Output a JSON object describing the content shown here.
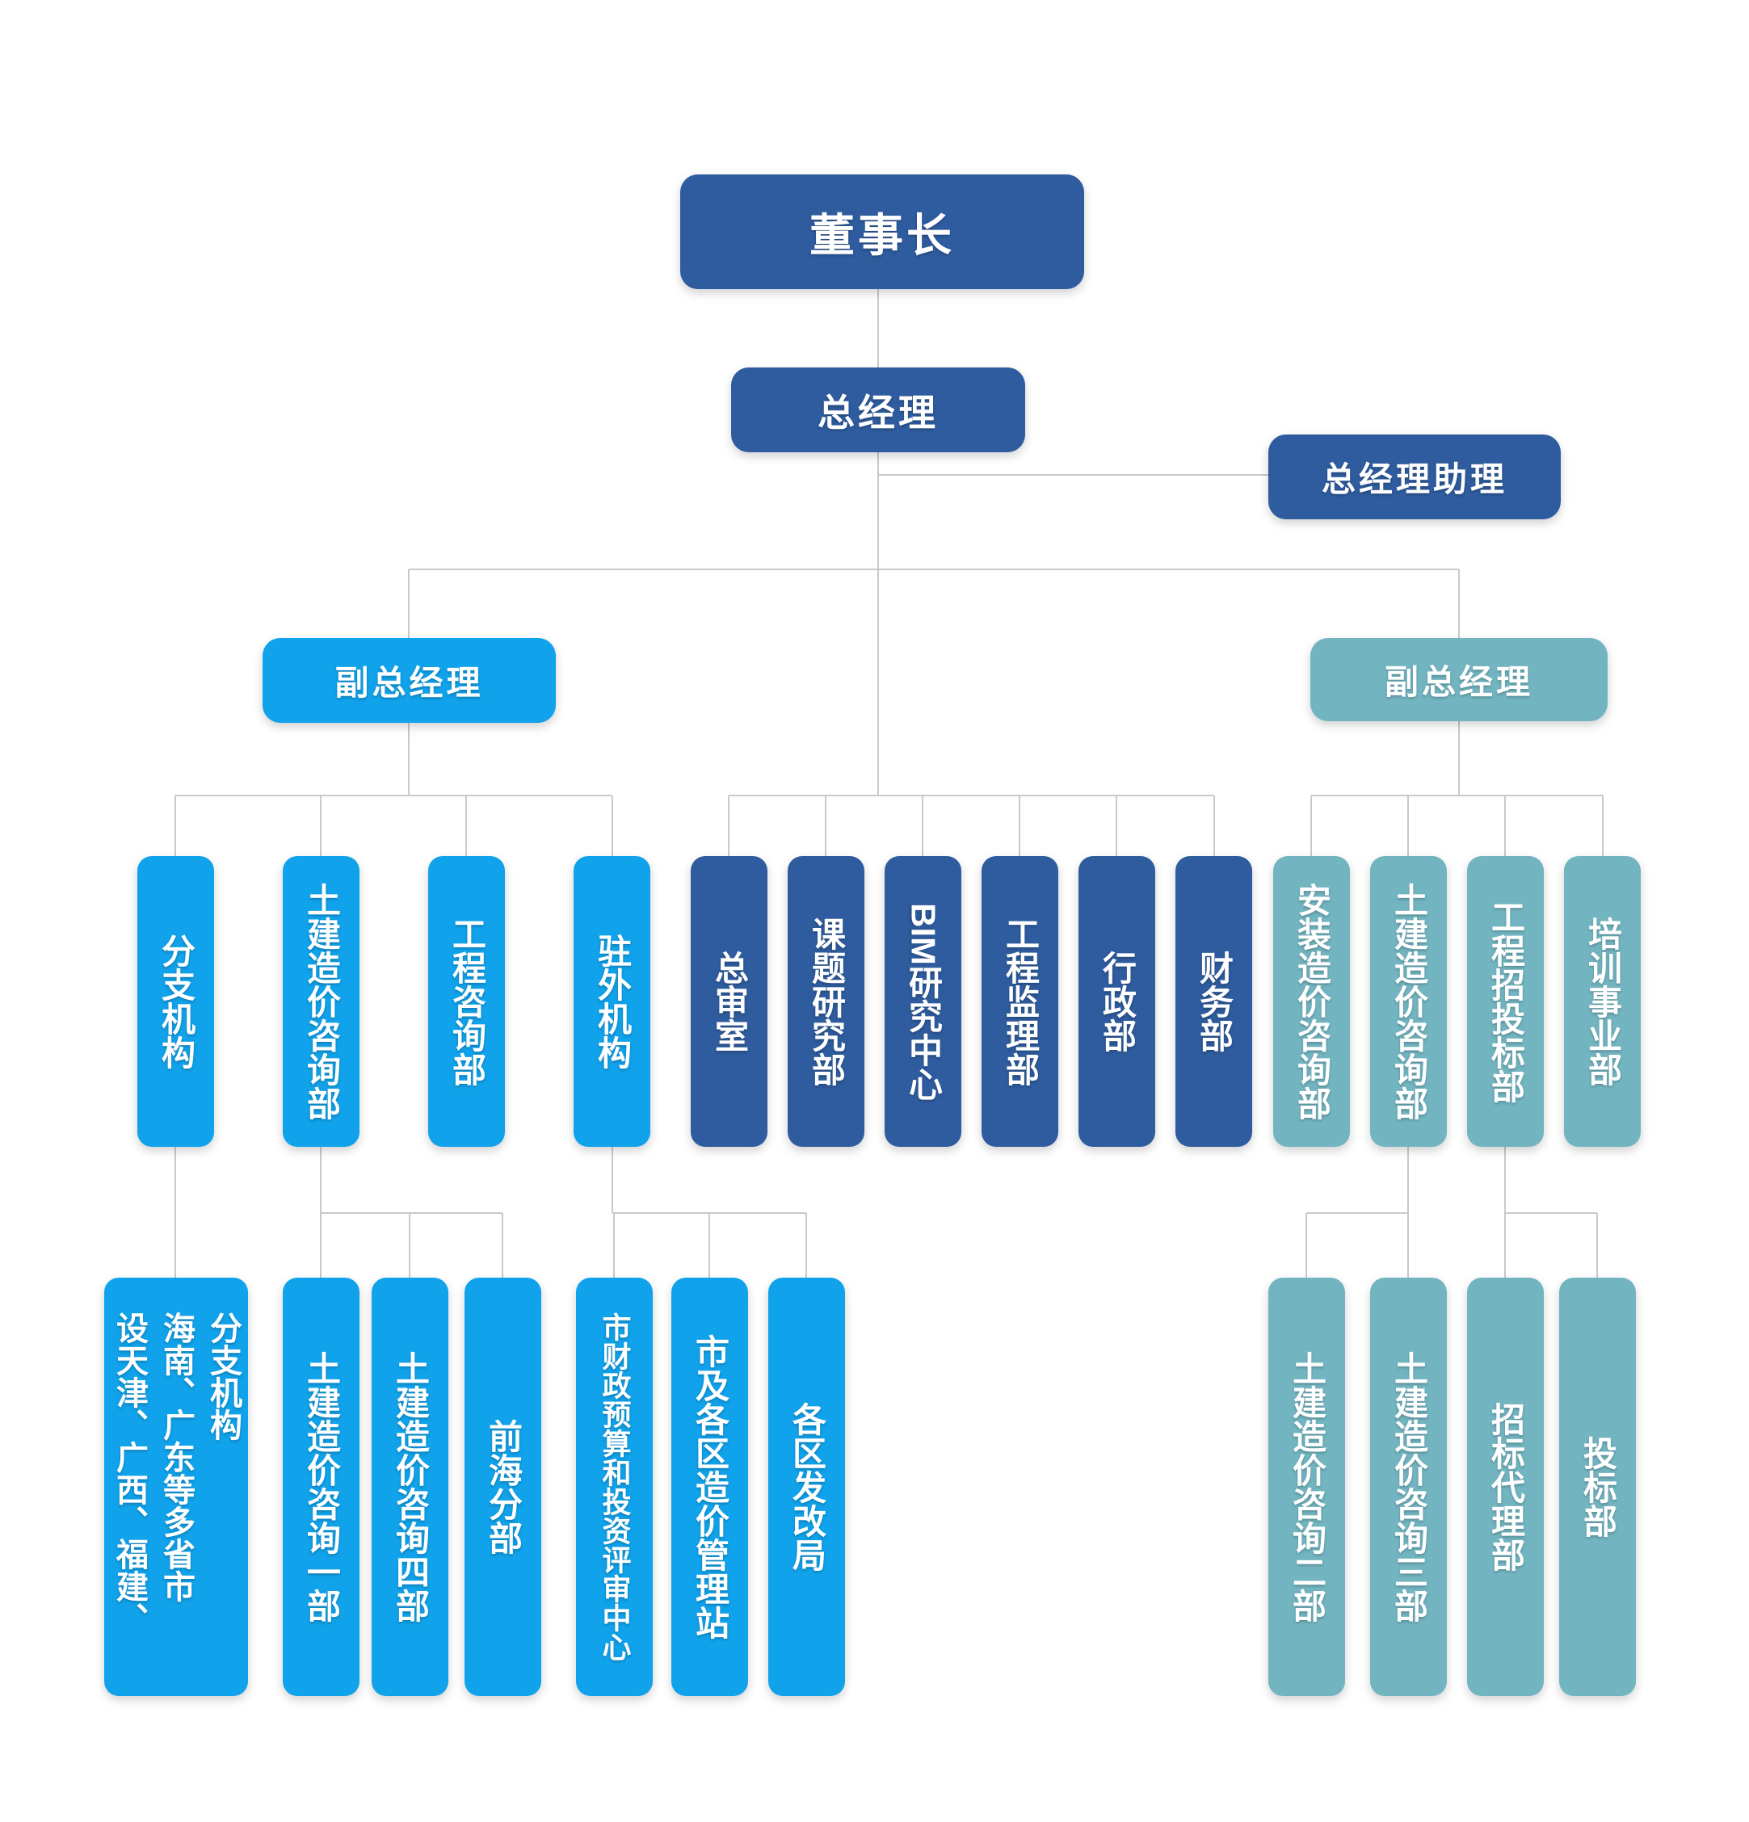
{
  "org": {
    "chairman": {
      "label": "董事长"
    },
    "general_manager": {
      "label": "总经理"
    },
    "gm_assistant": {
      "label": "总经理助理"
    },
    "vice_gm_left": {
      "label": "副总经理"
    },
    "vice_gm_right": {
      "label": "副总经理"
    },
    "left_depts": [
      {
        "label": "分支机构"
      },
      {
        "label": "土建造价咨询部"
      },
      {
        "label": "工程咨询部"
      },
      {
        "label": "驻外机构"
      }
    ],
    "middle_depts": [
      {
        "label": "总审室"
      },
      {
        "label": "课题研究部"
      },
      {
        "label": "BIM研究中心"
      },
      {
        "label": "工程监理部"
      },
      {
        "label": "行政部"
      },
      {
        "label": "财务部"
      }
    ],
    "right_depts": [
      {
        "label": "安装造价咨询部"
      },
      {
        "label": "土建造价咨询部"
      },
      {
        "label": "工程招投标部"
      },
      {
        "label": "培训事业部"
      }
    ],
    "left_children": [
      {
        "label": "设天津、广西、福建、\n海南、广东等多省市\n分支机构",
        "parent": "分支机构"
      },
      {
        "label": "土建造价咨询一部",
        "parent": "土建造价咨询部"
      },
      {
        "label": "土建造价咨询四部",
        "parent": "土建造价咨询部"
      },
      {
        "label": "前海分部",
        "parent": "土建造价咨询部"
      },
      {
        "label": "市财政预算和投资评审中心",
        "parent": "驻外机构"
      },
      {
        "label": "市及各区造价管理站",
        "parent": "驻外机构"
      },
      {
        "label": "各区发改局",
        "parent": "驻外机构"
      }
    ],
    "right_children": [
      {
        "label": "土建造价咨询二部",
        "parent": "土建造价咨询部"
      },
      {
        "label": "土建造价咨询三部",
        "parent": "土建造价咨询部"
      },
      {
        "label": "招标代理部",
        "parent": "工程招投标部"
      },
      {
        "label": "投标部",
        "parent": "工程招投标部"
      }
    ],
    "colors": {
      "dark_blue": "#2e5c9e",
      "bright_blue": "#10a2ea",
      "teal": "#72b5c1",
      "connector_gray": "#c9c9c9",
      "text": "#ffffff"
    }
  }
}
